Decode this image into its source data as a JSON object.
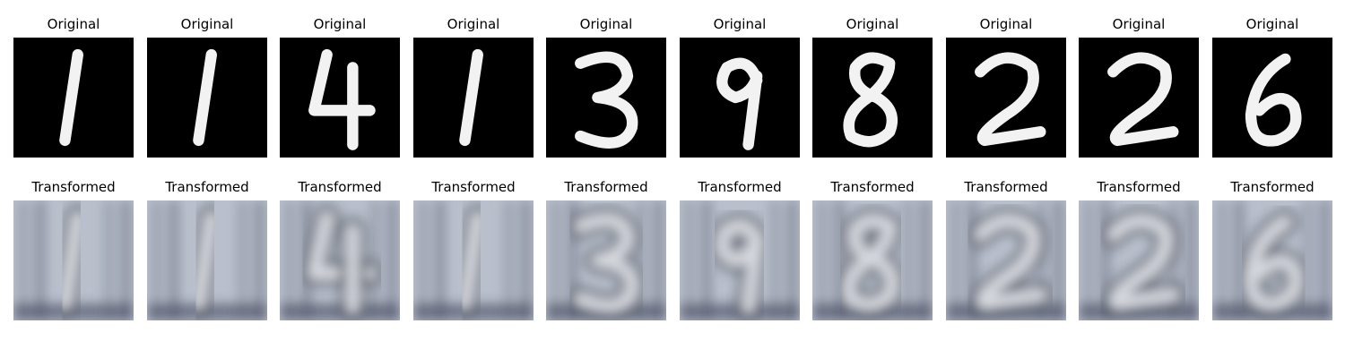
{
  "rows": [
    {
      "title": "Original",
      "panels": [
        {
          "title": "Original",
          "digit": "1",
          "style": "mnist"
        },
        {
          "title": "Original",
          "digit": "1",
          "style": "mnist"
        },
        {
          "title": "Original",
          "digit": "4",
          "style": "mnist"
        },
        {
          "title": "Original",
          "digit": "1",
          "style": "mnist"
        },
        {
          "title": "Original",
          "digit": "3",
          "style": "mnist"
        },
        {
          "title": "Original",
          "digit": "9",
          "style": "mnist"
        },
        {
          "title": "Original",
          "digit": "8",
          "style": "mnist"
        },
        {
          "title": "Original",
          "digit": "2",
          "style": "mnist"
        },
        {
          "title": "Original",
          "digit": "2",
          "style": "mnist"
        },
        {
          "title": "Original",
          "digit": "6",
          "style": "mnist"
        }
      ]
    },
    {
      "title": "Transformed",
      "panels": [
        {
          "title": "Transformed",
          "digit": "1",
          "style": "svhn"
        },
        {
          "title": "Transformed",
          "digit": "1",
          "style": "svhn"
        },
        {
          "title": "Transformed",
          "digit": "4",
          "style": "svhn"
        },
        {
          "title": "Transformed",
          "digit": "1",
          "style": "svhn"
        },
        {
          "title": "Transformed",
          "digit": "3",
          "style": "svhn"
        },
        {
          "title": "Transformed",
          "digit": "9",
          "style": "svhn"
        },
        {
          "title": "Transformed",
          "digit": "8",
          "style": "svhn"
        },
        {
          "title": "Transformed",
          "digit": "2",
          "style": "svhn"
        },
        {
          "title": "Transformed",
          "digit": "2",
          "style": "svhn"
        },
        {
          "title": "Transformed",
          "digit": "6",
          "style": "svhn"
        }
      ]
    }
  ],
  "colors": {
    "mnist_background": "#000000",
    "mnist_stroke": "#f2f2f2",
    "svhn_background": "#b9c0cc",
    "svhn_stroke_dark": "#2e3447",
    "svhn_stroke_light": "#e6e8ec"
  }
}
